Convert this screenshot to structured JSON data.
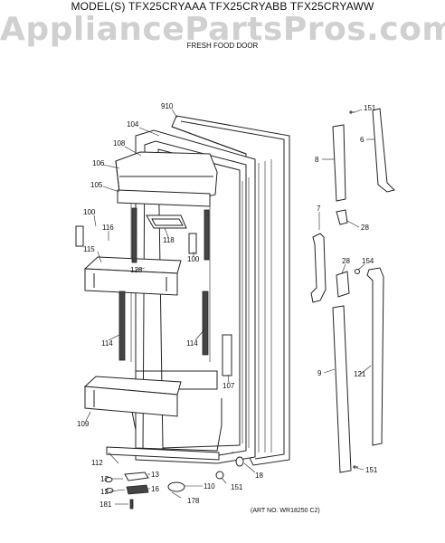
{
  "header": {
    "models": "MODEL(S) TFX25CRYAAA  TFX25CRYABB  TFX25CRYAWW",
    "section": "FRESH FOOD DOOR",
    "watermark": "AppliancePartsPros.com"
  },
  "art_number": "(ART NO. WR18250 C2)",
  "callouts": [
    "910",
    "104",
    "108",
    "106",
    "105",
    "100",
    "116",
    "118",
    "115",
    "128",
    "100",
    "114",
    "114",
    "107",
    "109",
    "112",
    "17",
    "13",
    "12",
    "16",
    "110",
    "151",
    "181",
    "178",
    "18",
    "151",
    "6",
    "8",
    "7",
    "28",
    "28",
    "154",
    "9",
    "121",
    "151"
  ]
}
